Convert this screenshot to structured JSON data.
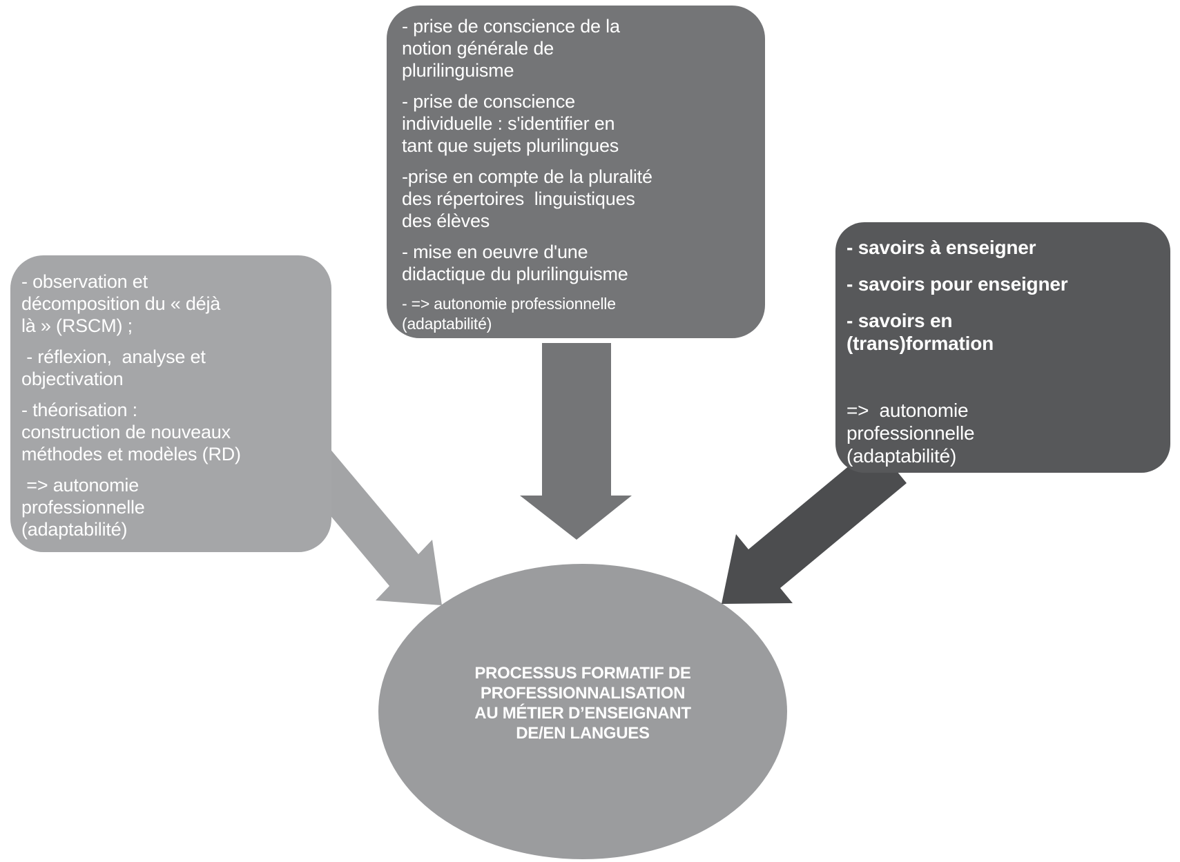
{
  "diagram": {
    "title": "Processus formatif de professionnalisation",
    "boxes": {
      "left": {
        "paragraphs": [
          [
            "- observation et",
            "décomposition du « déjà",
            "là » (RSCM) ;"
          ],
          [
            " - réflexion,  analyse et",
            "objectivation"
          ],
          [
            "- théorisation :",
            "construction de nouveaux",
            "méthodes et modèles (RD)"
          ],
          [
            " => autonomie",
            "professionnelle",
            "(adaptabilité)"
          ]
        ]
      },
      "middle": {
        "paragraphs": [
          [
            "- prise de conscience de la",
            "notion générale de",
            "plurilinguisme"
          ],
          [
            "- prise de conscience",
            "individuelle : s'identifier en",
            "tant que sujets plurilingues"
          ],
          [
            "-prise en compte de la pluralité",
            "des répertoires  linguistiques",
            "des élèves"
          ],
          [
            "- mise en oeuvre d'une",
            "didactique du plurilinguisme"
          ],
          [
            "- => autonomie professionnelle",
            "(adaptabilité)"
          ]
        ]
      },
      "right": {
        "paragraphs": [
          [
            "- savoirs à enseigner"
          ],
          [
            "- savoirs pour enseigner"
          ],
          [
            "- savoirs en",
            "(trans)formation"
          ],
          [
            "=>  autonomie",
            "professionnelle",
            "(adaptabilité)"
          ]
        ]
      }
    },
    "ellipse": {
      "lines": [
        "PROCESSUS FORMATIF DE",
        "PROFESSIONNALISATION",
        "AU MÉTIER D’ENSEIGNANT",
        "DE/EN LANGUES"
      ]
    },
    "colors": {
      "left_box": "#a5a6a8",
      "middle_box": "#747577",
      "right_box": "#57585a",
      "ellipse": "#9b9c9e",
      "left_arrow": "#a3a4a6",
      "middle_arrow": "#747577",
      "right_arrow": "#4c4d4f",
      "text": "#ffffff",
      "background": "#ffffff"
    }
  }
}
